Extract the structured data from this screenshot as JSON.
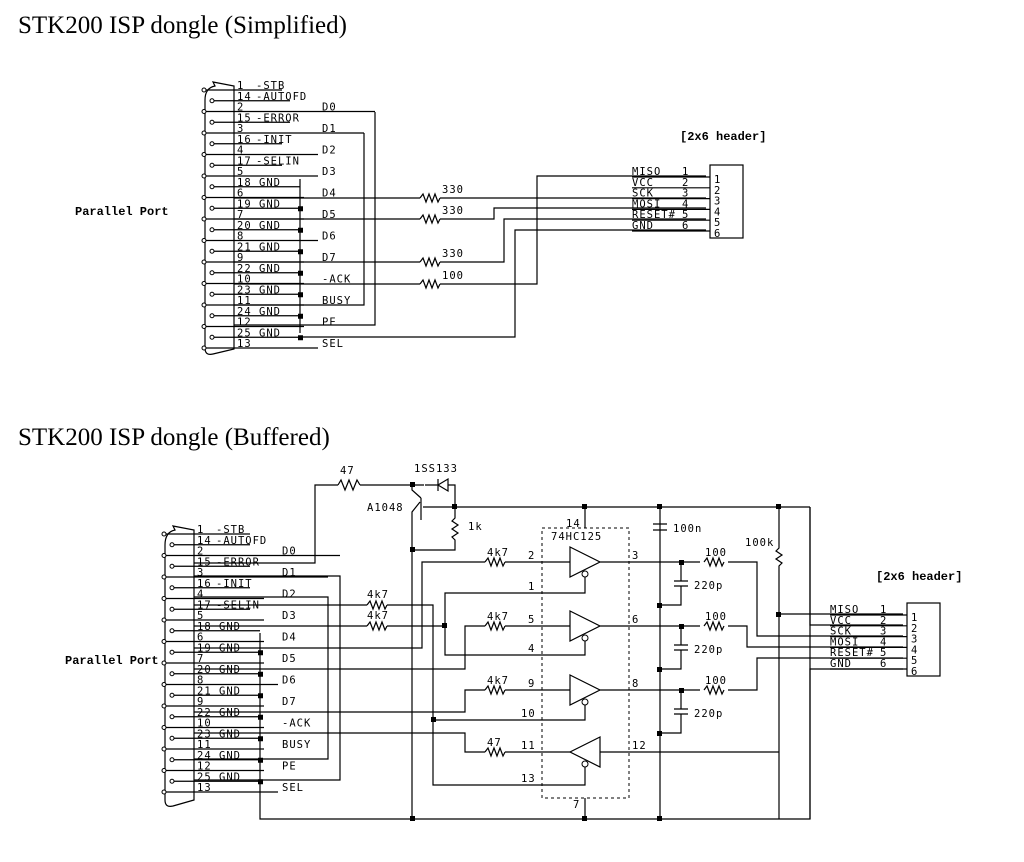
{
  "titles": {
    "simplified": "STK200 ISP dongle (Simplified)",
    "buffered": "STK200 ISP dongle (Buffered)"
  },
  "parallel_port": {
    "label": "Parallel Port",
    "pins": [
      {
        "num": "1",
        "name": "-STB"
      },
      {
        "num": "14",
        "name": "-AUTOFD"
      },
      {
        "num": "2",
        "name": "D0"
      },
      {
        "num": "15",
        "name": "-ERROR"
      },
      {
        "num": "3",
        "name": "D1"
      },
      {
        "num": "16",
        "name": "-INIT"
      },
      {
        "num": "4",
        "name": "D2"
      },
      {
        "num": "17",
        "name": "-SELIN"
      },
      {
        "num": "5",
        "name": "D3"
      },
      {
        "num": "18",
        "name": "GND"
      },
      {
        "num": "6",
        "name": "D4"
      },
      {
        "num": "19",
        "name": "GND"
      },
      {
        "num": "7",
        "name": "D5"
      },
      {
        "num": "20",
        "name": "GND"
      },
      {
        "num": "8",
        "name": "D6"
      },
      {
        "num": "21",
        "name": "GND"
      },
      {
        "num": "9",
        "name": "D7"
      },
      {
        "num": "22",
        "name": "GND"
      },
      {
        "num": "10",
        "name": "-ACK"
      },
      {
        "num": "23",
        "name": "GND"
      },
      {
        "num": "11",
        "name": "BUSY"
      },
      {
        "num": "24",
        "name": "GND"
      },
      {
        "num": "12",
        "name": "PE"
      },
      {
        "num": "25",
        "name": "GND"
      },
      {
        "num": "13",
        "name": "SEL"
      }
    ]
  },
  "header": {
    "label": "[2x6 header]",
    "pins": [
      {
        "name": "MISO",
        "num": "1"
      },
      {
        "name": "VCC",
        "num": "2"
      },
      {
        "name": "SCK",
        "num": "3"
      },
      {
        "name": "MOSI",
        "num": "4"
      },
      {
        "name": "RESET#",
        "num": "5"
      },
      {
        "name": "GND",
        "num": "6"
      }
    ]
  },
  "simplified": {
    "resistors": [
      "330",
      "330",
      "330",
      "100"
    ]
  },
  "buffered": {
    "ic_name": "74HC125",
    "ic_pins": {
      "vcc": "14",
      "gnd": "7",
      "in1": "2",
      "oe1": "1",
      "out1": "3",
      "in2": "5",
      "oe2": "4",
      "out2": "6",
      "in3": "9",
      "oe3": "10",
      "out3": "8",
      "in4": "12",
      "oe4": "13",
      "out4": "11"
    },
    "components": {
      "r_supply": "47",
      "diode": "1SS133",
      "transistor": "A1048",
      "r_base": "1k",
      "r_d2": "4k7",
      "r_d3": "4k7",
      "r_in1": "4k7",
      "r_in2": "4k7",
      "r_in3": "4k7",
      "r_out4": "47",
      "c_bypass": "100n",
      "r_pullup": "100k",
      "r_out1": "100",
      "r_out2": "100",
      "r_out3": "100",
      "c_out1": "220p",
      "c_out2": "220p",
      "c_out3": "220p"
    }
  }
}
